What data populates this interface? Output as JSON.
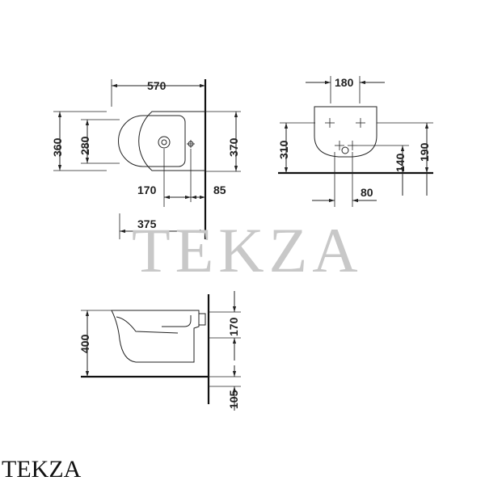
{
  "watermark": "TEKZA",
  "brand": "TEKZA",
  "top_view": {
    "width_570": "570",
    "outer_360": "360",
    "inner_280": "280",
    "wall_370": "370",
    "offset_170": "170",
    "offset_85": "85",
    "depth_375": "375"
  },
  "rear_view": {
    "top_180": "180",
    "height_310": "310",
    "height_140": "140",
    "height_190": "190",
    "bottom_80": "80"
  },
  "side_view": {
    "height_400": "400",
    "height_170": "170",
    "floor_105": "105"
  }
}
